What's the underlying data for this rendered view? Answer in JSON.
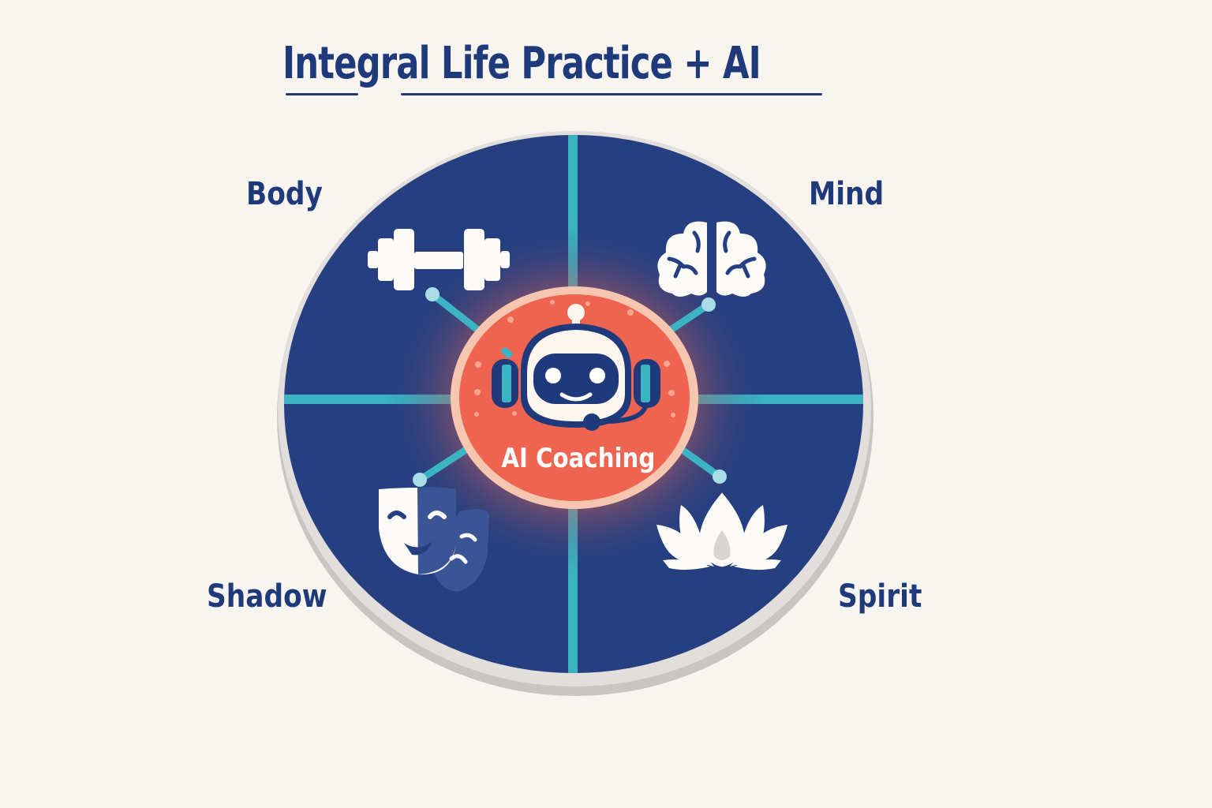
{
  "title": "Integral Life Practice + AI",
  "colors": {
    "background": "#f8f4f0",
    "navy": "#1f3a7a",
    "disc": "#253f80",
    "teal": "#3bb3c3",
    "coral": "#ef6450",
    "peach": "#f7c6b0",
    "rim": "#e2dedb",
    "white": "#ffffff"
  },
  "quadrants": [
    {
      "id": "body",
      "label": "Body",
      "icon": "dumbbell-icon",
      "position": "top-left"
    },
    {
      "id": "mind",
      "label": "Mind",
      "icon": "brain-icon",
      "position": "top-right"
    },
    {
      "id": "shadow",
      "label": "Shadow",
      "icon": "theater-masks-icon",
      "position": "bottom-left"
    },
    {
      "id": "spirit",
      "label": "Spirit",
      "icon": "lotus-icon",
      "position": "bottom-right"
    }
  ],
  "center": {
    "label": "AI Coaching",
    "icon": "robot-headset-icon"
  }
}
